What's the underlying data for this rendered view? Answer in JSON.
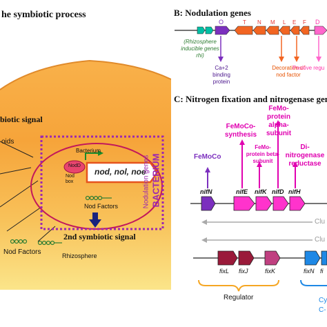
{
  "panel_a": {
    "title": "he symbiotic process",
    "first_signal": "biotic signal",
    "frag_oids": "oids",
    "bacterium_label": "Bacterium",
    "nodd": "NodD",
    "nod_box": "Nod box",
    "genes": "nod, nol, noe",
    "nod_factors_inner": "Nod Factors",
    "second_signal": "2nd symbiotic signal",
    "nod_factors_outer": "Nod Factors",
    "rhizosphere": "Rhizosphere",
    "nodulation_genes_vertical": "Nodulation genes",
    "bacterium_vertical": "BACTERIUM"
  },
  "panel_b": {
    "title": "B: Nodulation genes",
    "gene_o": "O",
    "gene_letters": [
      "T",
      "N",
      "M",
      "L",
      "E",
      "F"
    ],
    "gene_d": "D",
    "rhizosphere_note": "(Rhizosphere inducible genes rhi)",
    "ca_binding": "Ca+2 binding protein",
    "decoration": "Decoration of nod factor",
    "positive_reg": "Positive regu"
  },
  "panel_c": {
    "title": "C: Nitrogen fixation and nitrogenase gene",
    "femoco": "FeMoCo",
    "femoco_synth": "FeMoCo- synthesis",
    "femo_beta": "FeMo-protein beta-subunit",
    "femo_alpha": "FeMo-protein alpha-subunit",
    "di_nitro": "Di-nitrogenase reductase",
    "genes": [
      "nifN",
      "nifE",
      "nifK",
      "nifD",
      "nifH"
    ],
    "cluster1": "Clu",
    "cluster2": "Clu",
    "fix_genes": [
      "fixL",
      "fixJ",
      "fixK",
      "fixN",
      "fi"
    ],
    "regulator": "Regulator",
    "cy_c": "Cy",
    "cy_c2": "C-"
  },
  "colors": {
    "purple": "#7b2fbe",
    "magenta": "#ff00cc",
    "dark_magenta": "#c0007a",
    "orange": "#f26522",
    "nod_gene": "#e6531d",
    "bacterium_circle": "#c2185b",
    "dotted_box": "#9c27b0",
    "navy": "#0d1a7a"
  }
}
